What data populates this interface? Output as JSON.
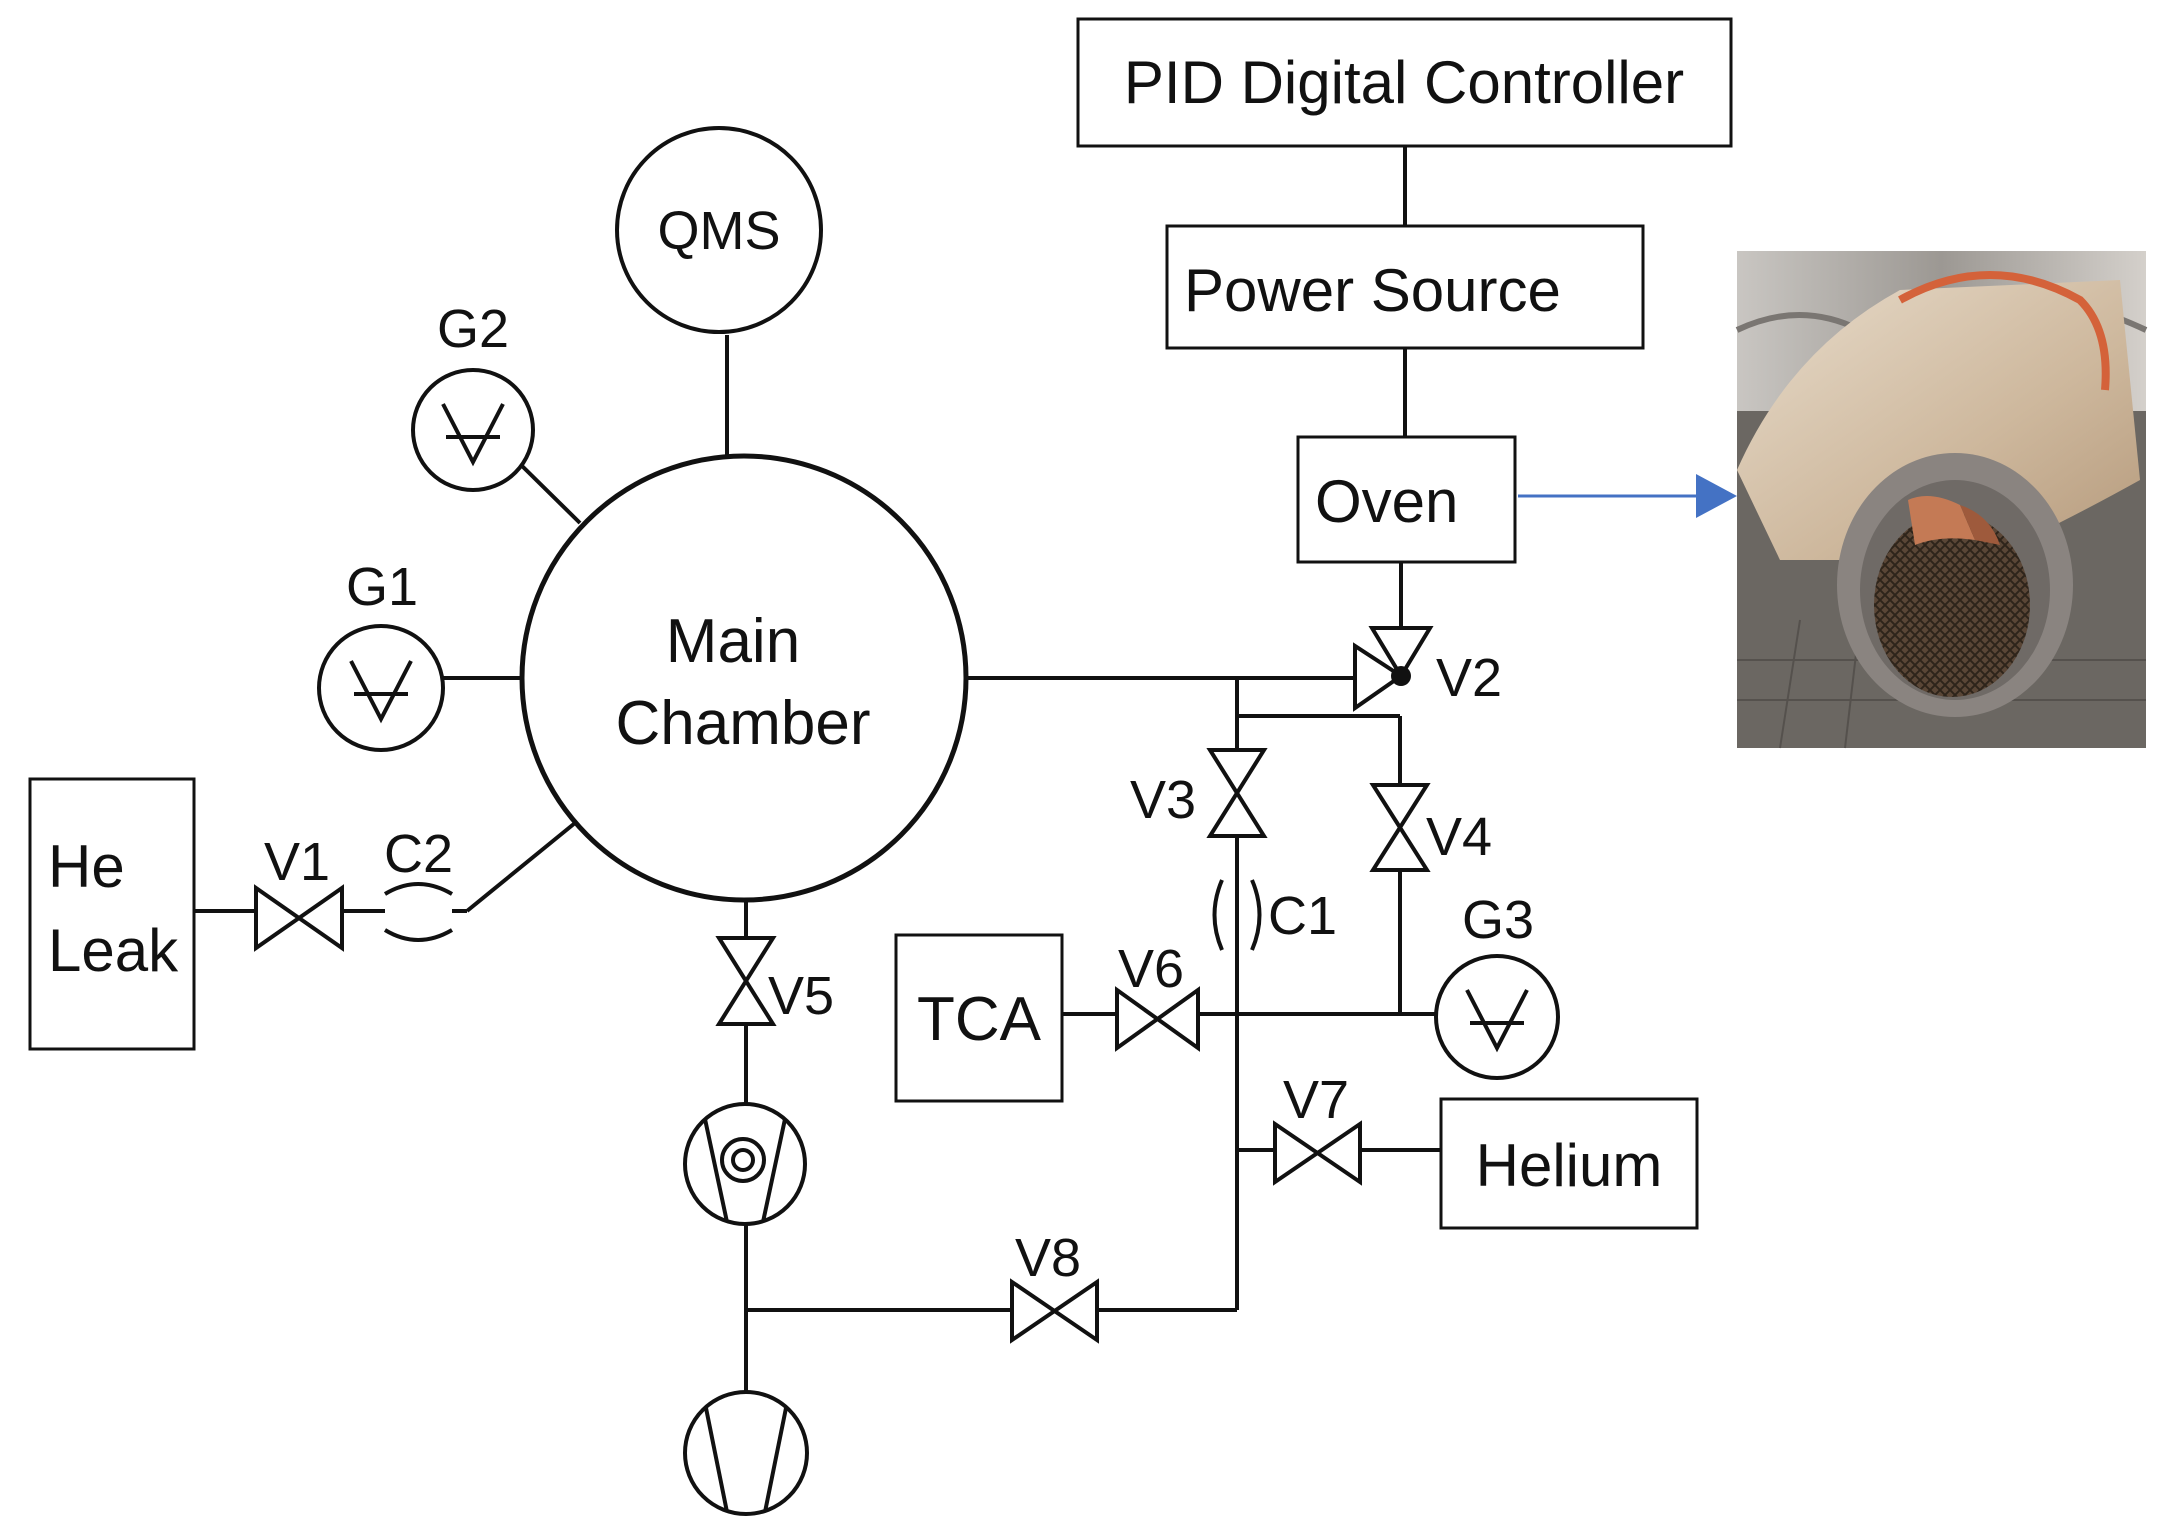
{
  "diagram": {
    "controller_label": "PID Digital Controller",
    "power_label": "Power Source",
    "oven_label": "Oven",
    "chamber_line1": "Main",
    "chamber_line2": "Chamber",
    "qms_label": "QMS",
    "he_leak_line1": "He",
    "he_leak_line2": "Leak",
    "tca_label": "TCA",
    "helium_label": "Helium",
    "gauges": {
      "g1": "G1",
      "g2": "G2",
      "g3": "G3"
    },
    "valves": {
      "v1": "V1",
      "v2": "V2",
      "v3": "V3",
      "v4": "V4",
      "v5": "V5",
      "v6": "V6",
      "v7": "V7",
      "v8": "V8"
    },
    "conductances": {
      "c1": "C1",
      "c2": "C2"
    },
    "colors": {
      "line": "#111111",
      "arrow": "#4472c4",
      "photo_bg": "#6e6a66",
      "flange": "#8a8480",
      "copper": "#c47a55",
      "mesh": "#4a3a2c"
    }
  }
}
